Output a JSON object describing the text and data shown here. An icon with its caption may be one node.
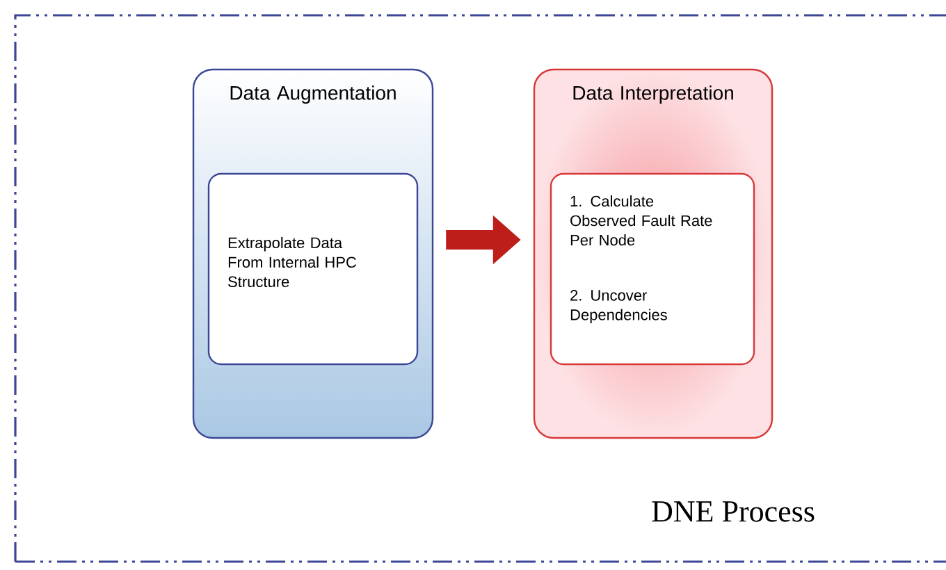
{
  "diagram": {
    "nodes": [
      {
        "text": [
          "Data Augmentation"
        ]
      },
      {
        "text": [
          "Extrapolate Data From Internal HPC Structure"
        ],
        "in": 0
      },
      {
        "text": [
          "Data Interpretation"
        ]
      },
      {
        "text": [
          "1. Calculate Observed Fault Rate Per Node",
          "2. Uncover Dependencies"
        ],
        "in": 2
      }
    ],
    "edges": [
      {
        "from": 0,
        "to": 2,
        "arrow": "to"
      }
    ],
    "labels": [
      "DNE Process"
    ]
  }
}
